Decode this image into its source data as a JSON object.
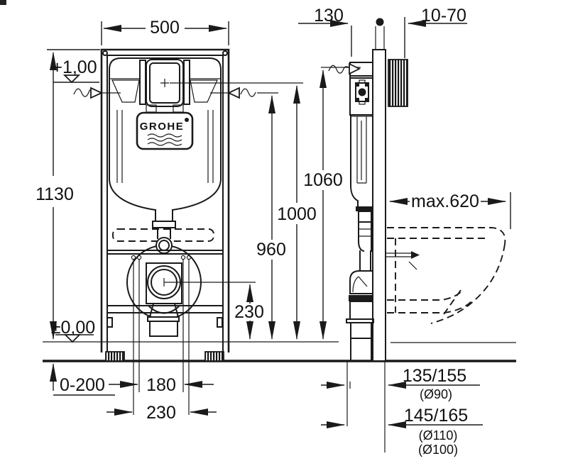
{
  "drawing": {
    "brand": "GROHE",
    "colors": {
      "ink": "#1a1a1a",
      "paper": "#ffffff"
    },
    "front": {
      "width": "500",
      "height": "1130",
      "upper_level": "+1,00",
      "floor_level": "±0,00",
      "floor_adjust": "0-200",
      "bolt_spacing_inner": "180",
      "bolt_spacing_outer": "230",
      "drain_height": "230"
    },
    "side": {
      "frame_depth": "130",
      "wall_distance": "10-70",
      "height_top": "1060",
      "height_plate": "1000",
      "height_supply": "960",
      "bowl_depth": "max.620",
      "outlet_a": "135/155",
      "outlet_a_dia": "(Ø90)",
      "outlet_b": "145/165",
      "outlet_b_dia1": "(Ø110)",
      "outlet_b_dia2": "(Ø100)"
    }
  }
}
